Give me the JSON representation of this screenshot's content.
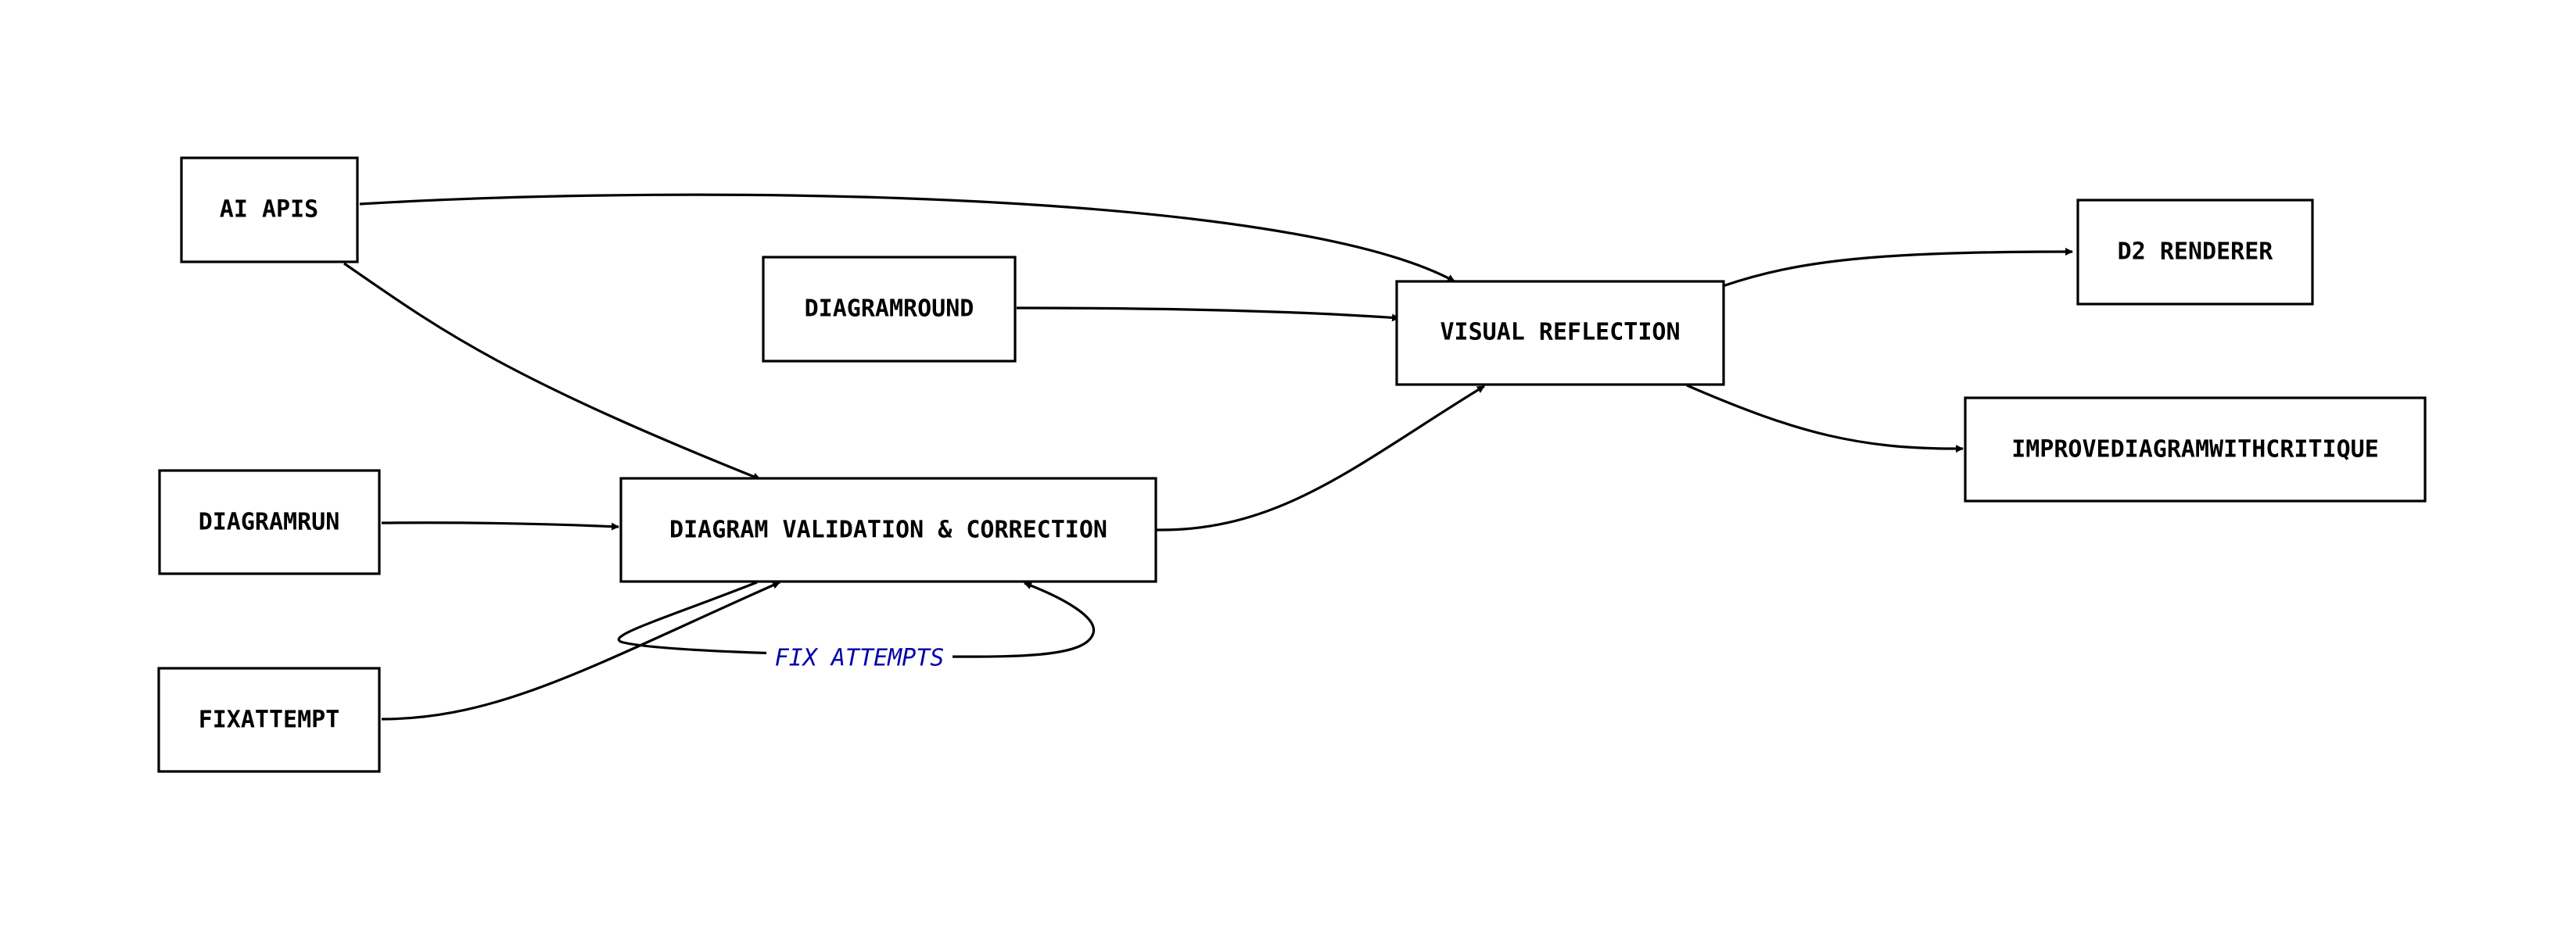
{
  "diagram": {
    "nodes": {
      "ai_apis": {
        "label": "AI APIS"
      },
      "diagramround": {
        "label": "DIAGRAMROUND"
      },
      "visual_reflection": {
        "label": "VISUAL REFLECTION"
      },
      "d2_renderer": {
        "label": "D2 RENDERER"
      },
      "improve": {
        "label": "IMPROVEDIAGRAMWITHCRITIQUE"
      },
      "diagramrun": {
        "label": "DIAGRAMRUN"
      },
      "validation": {
        "label": "DIAGRAM VALIDATION & CORRECTION"
      },
      "fixattempt": {
        "label": "FIXATTEMPT"
      }
    },
    "edges": [
      {
        "from": "ai_apis",
        "to": "visual_reflection"
      },
      {
        "from": "ai_apis",
        "to": "validation"
      },
      {
        "from": "diagramround",
        "to": "visual_reflection"
      },
      {
        "from": "visual_reflection",
        "to": "d2_renderer"
      },
      {
        "from": "visual_reflection",
        "to": "improve"
      },
      {
        "from": "diagramrun",
        "to": "validation"
      },
      {
        "from": "validation",
        "to": "visual_reflection"
      },
      {
        "from": "fixattempt",
        "to": "validation"
      },
      {
        "from": "validation",
        "to": "validation",
        "label": "FIX ATTEMPTS"
      }
    ],
    "loop_label": "FIX ATTEMPTS",
    "colors": {
      "stroke": "#000000",
      "node_fill": "#ffffff",
      "edge_label": "#0000aa"
    }
  }
}
